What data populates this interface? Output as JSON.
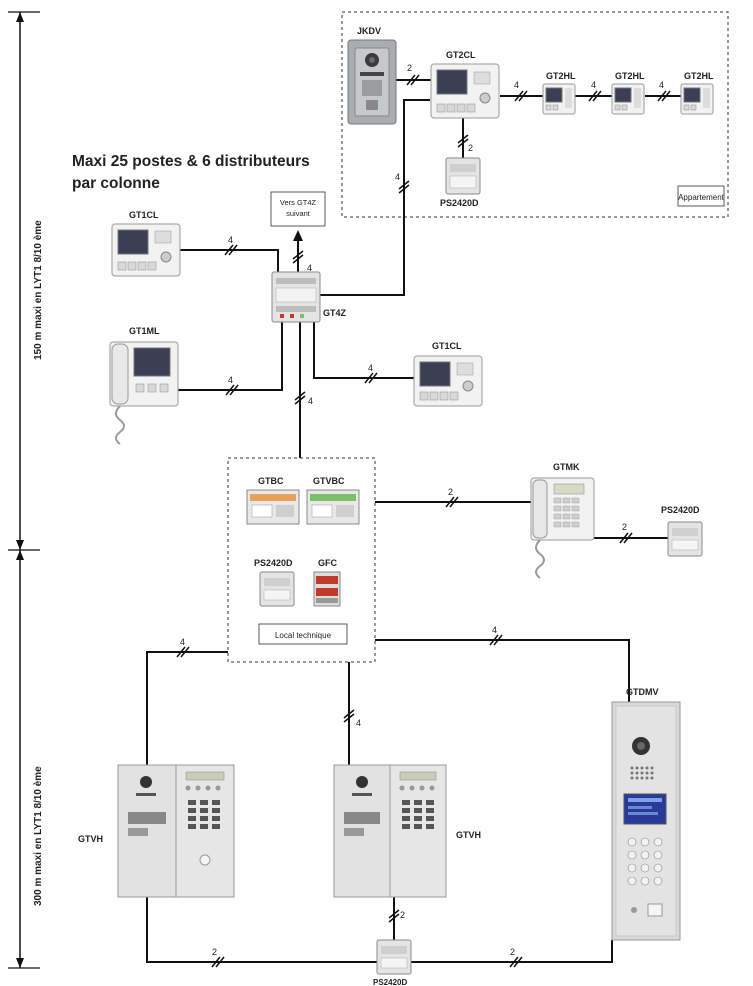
{
  "title": "Maxi 25 postes & 6 distributeurs par colonne",
  "title_lines": [
    "Maxi 25 postes & 6 distributeurs",
    "par colonne"
  ],
  "dims": {
    "upper": "150 m maxi en LYT1 8/10 ème",
    "lower": "300 m maxi en LYT1 8/10 ème"
  },
  "zones": {
    "apartment": "Appartement",
    "technical": "Local technique"
  },
  "vers_box": [
    "Vers GT4Z",
    "suivant"
  ],
  "devices": {
    "jkdv": "JKDV",
    "gt2cl": "GT2CL",
    "gt2hl_1": "GT2HL",
    "gt2hl_2": "GT2HL",
    "gt2hl_3": "GT2HL",
    "ps2420d_apt": "PS2420D",
    "gt1cl_top": "GT1CL",
    "gt1ml": "GT1ML",
    "gt4z": "GT4Z",
    "gt1cl_right": "GT1CL",
    "gtbc": "GTBC",
    "gtvbc": "GTVBC",
    "ps2420d_tech": "PS2420D",
    "gfc": "GFC",
    "gtmk": "GTMK",
    "ps2420d_right": "PS2420D",
    "gtvh_left": "GTVH",
    "gtvh_mid": "GTVH",
    "gtdmv": "GTDMV",
    "ps2420d_bottom": "PS2420D"
  },
  "wire_counts": {
    "jkdv_gt2cl": "2",
    "gt2cl_gt2hl": "4",
    "gt2hl_gt2hl_a": "4",
    "gt2hl_gt2hl_b": "4",
    "gt2cl_ps": "2",
    "apt_riser": "4",
    "gt1cl_gt4z": "4",
    "gt4z_vers": "4",
    "gt1ml_gt4z": "4",
    "gt4z_gt1cl": "4",
    "riser_tech": "4",
    "tech_gtmk": "2",
    "gtmk_ps": "2",
    "tech_gtvh_left": "4",
    "tech_gtvh_mid": "4",
    "tech_gtdmv": "4",
    "bus_left": "2",
    "bus_right": "2",
    "gtvh_ps": "2"
  },
  "colors": {
    "wire": "#111111",
    "device_body": "#f2f2f2",
    "screen": "#3a3f55",
    "module_orange": "#e8a15a",
    "module_green": "#7bbf6a",
    "gfc_red": "#c0392b"
  }
}
